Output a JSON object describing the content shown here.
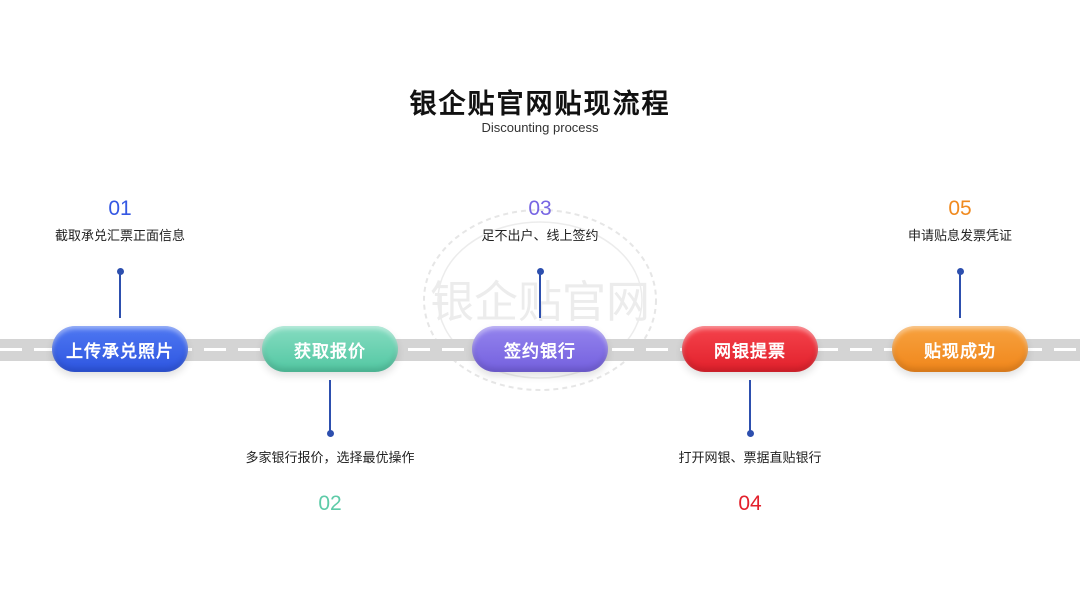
{
  "header": {
    "title": "银企贴官网贴现流程",
    "subtitle": "Discounting process"
  },
  "watermark": {
    "text": "银企贴官网"
  },
  "steps": [
    {
      "number": "01",
      "label": "上传承兑照片",
      "description": "截取承兑汇票正面信息",
      "color": "#3558e3"
    },
    {
      "number": "02",
      "label": "获取报价",
      "description": "多家银行报价，选择最优操作",
      "color": "#5ecba8"
    },
    {
      "number": "03",
      "label": "签约银行",
      "description": "足不出户、线上签约",
      "color": "#7766e3"
    },
    {
      "number": "04",
      "label": "网银提票",
      "description": "打开网银、票据直贴银行",
      "color": "#e3212c"
    },
    {
      "number": "05",
      "label": "贴现成功",
      "description": "申请贴息发票凭证",
      "color": "#f08a1f"
    }
  ]
}
